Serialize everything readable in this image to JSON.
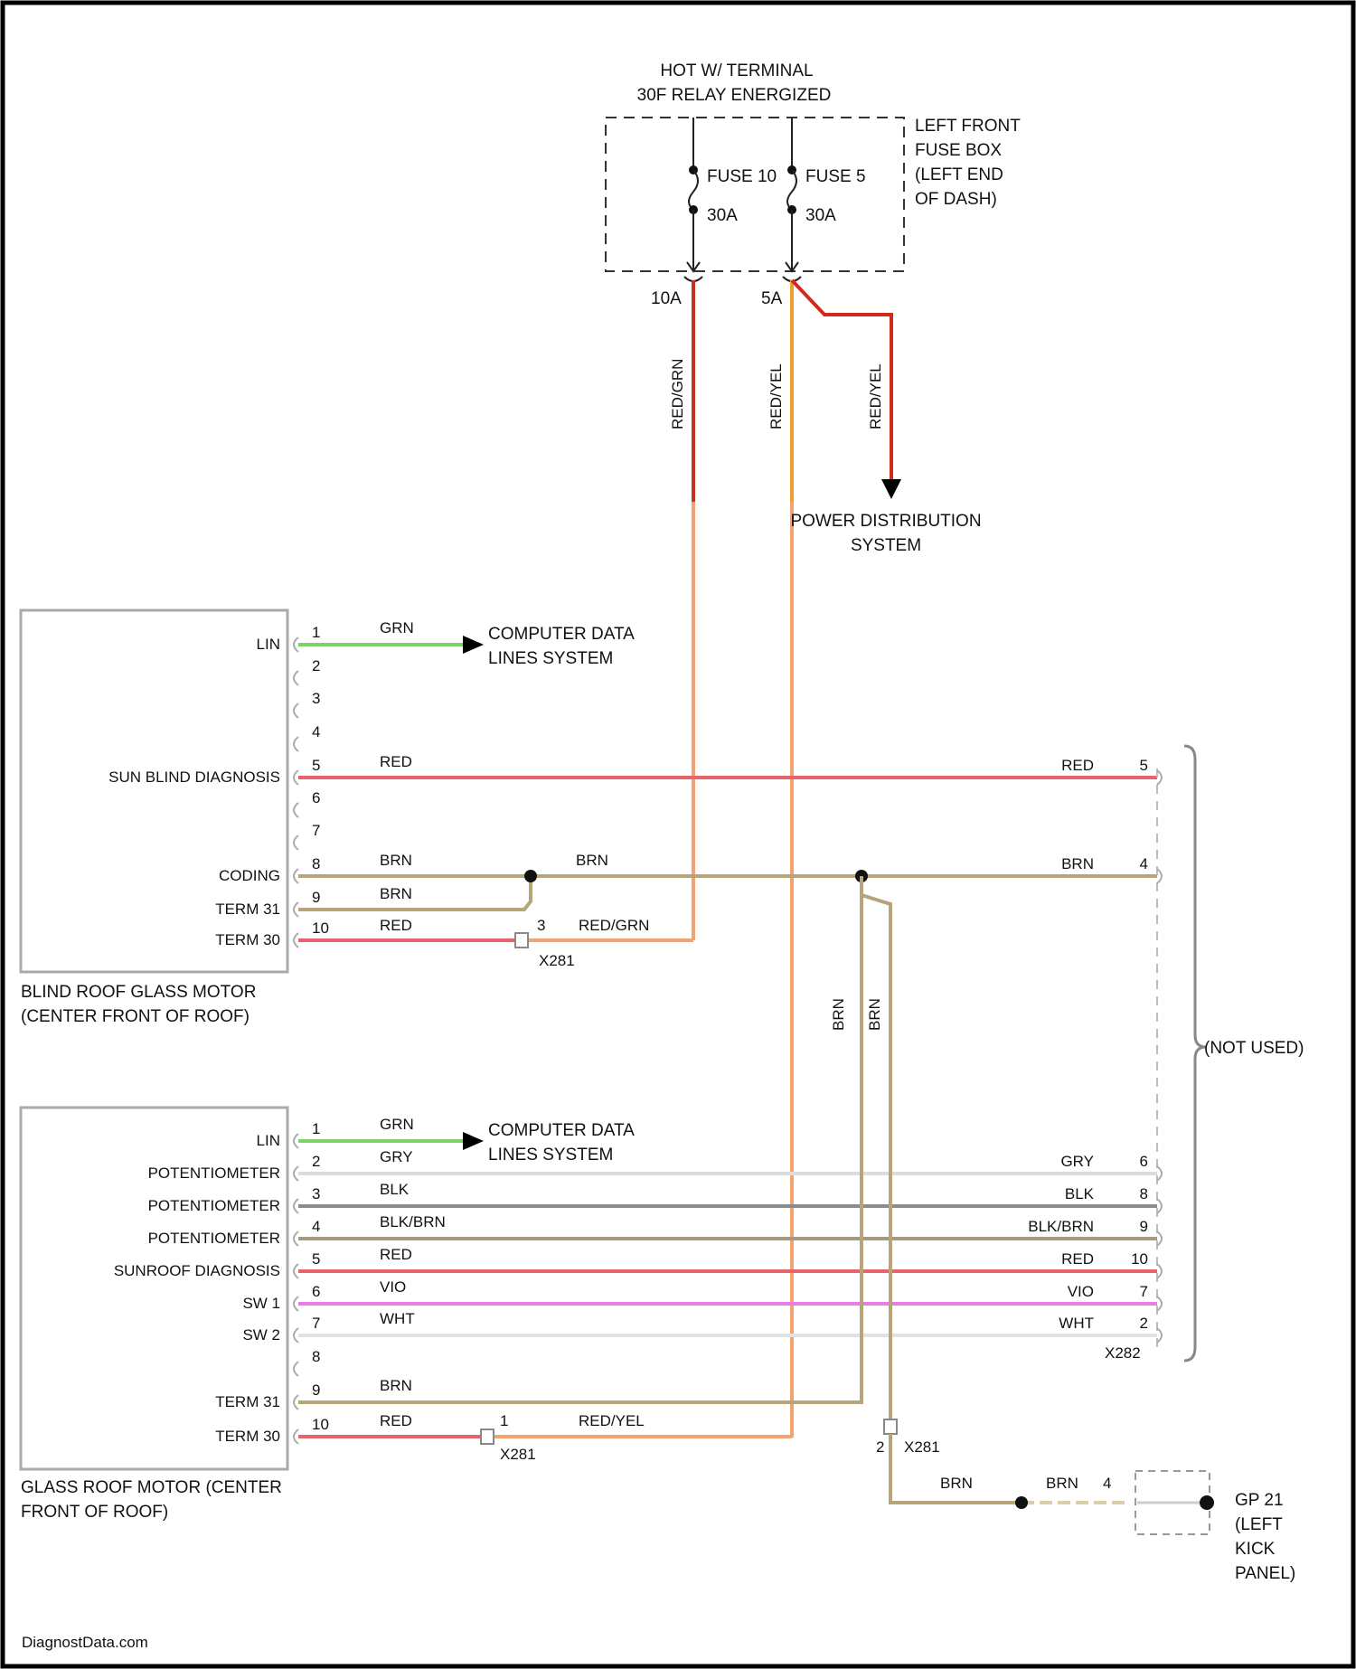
{
  "power": {
    "hot_line1": "HOT W/ TERMINAL",
    "hot_line2": "30F RELAY ENERGIZED",
    "fusebox_line1": "LEFT FRONT",
    "fusebox_line2": "FUSE BOX",
    "fusebox_line3": "(LEFT END",
    "fusebox_line4": "OF DASH)",
    "fuse10_name": "FUSE 10",
    "fuse10_rating": "30A",
    "fuse5_name": "FUSE 5",
    "fuse5_rating": "30A",
    "term_10a": "10A",
    "term_5a": "5A",
    "wire_red_grn": "RED/GRN",
    "wire_red_yel_1": "RED/YEL",
    "wire_red_yel_2": "RED/YEL",
    "pds_line1": "POWER DISTRIBUTION",
    "pds_line2": "SYSTEM"
  },
  "blind_motor": {
    "name_line1": "BLIND ROOF GLASS MOTOR",
    "name_line2": "(CENTER FRONT OF ROOF)",
    "pins": [
      {
        "num": "1",
        "label": "LIN",
        "wire": "GRN"
      },
      {
        "num": "2",
        "label": "",
        "wire": ""
      },
      {
        "num": "3",
        "label": "",
        "wire": ""
      },
      {
        "num": "4",
        "label": "",
        "wire": ""
      },
      {
        "num": "5",
        "label": "SUN BLIND DIAGNOSIS",
        "wire": "RED"
      },
      {
        "num": "6",
        "label": "",
        "wire": ""
      },
      {
        "num": "7",
        "label": "",
        "wire": ""
      },
      {
        "num": "8",
        "label": "CODING",
        "wire": "BRN"
      },
      {
        "num": "9",
        "label": "TERM 31",
        "wire": "BRN"
      },
      {
        "num": "10",
        "label": "TERM 30",
        "wire": "RED"
      }
    ],
    "cds_line1": "COMPUTER DATA",
    "cds_line2": "LINES SYSTEM",
    "coding_wire": "BRN",
    "x281_pin": "3",
    "x281_wire": "RED/GRN",
    "x281_name": "X281"
  },
  "glass_motor": {
    "name_line1": "GLASS ROOF MOTOR (CENTER",
    "name_line2": "FRONT OF ROOF)",
    "pins": [
      {
        "num": "1",
        "label": "LIN",
        "wire": "GRN"
      },
      {
        "num": "2",
        "label": "POTENTIOMETER",
        "wire": "GRY"
      },
      {
        "num": "3",
        "label": "POTENTIOMETER",
        "wire": "BLK"
      },
      {
        "num": "4",
        "label": "POTENTIOMETER",
        "wire": "BLK/BRN"
      },
      {
        "num": "5",
        "label": "SUNROOF DIAGNOSIS",
        "wire": "RED"
      },
      {
        "num": "6",
        "label": "SW 1",
        "wire": "VIO"
      },
      {
        "num": "7",
        "label": "SW 2",
        "wire": "WHT"
      },
      {
        "num": "8",
        "label": "",
        "wire": ""
      },
      {
        "num": "9",
        "label": "TERM 31",
        "wire": "BRN"
      },
      {
        "num": "10",
        "label": "TERM 30",
        "wire": "RED"
      }
    ],
    "cds_line1": "COMPUTER DATA",
    "cds_line2": "LINES SYSTEM",
    "x281_pin": "1",
    "x281_wire": "RED/YEL",
    "x281_name": "X281"
  },
  "x282": {
    "name": "X282",
    "not_used": "(NOT USED)",
    "pins": [
      {
        "num": "5",
        "wire": "RED"
      },
      {
        "num": "4",
        "wire": "BRN"
      },
      {
        "num": "6",
        "wire": "GRY"
      },
      {
        "num": "8",
        "wire": "BLK"
      },
      {
        "num": "9",
        "wire": "BLK/BRN"
      },
      {
        "num": "10",
        "wire": "RED"
      },
      {
        "num": "7",
        "wire": "VIO"
      },
      {
        "num": "2",
        "wire": "WHT"
      }
    ]
  },
  "ground": {
    "vert_wire_1": "BRN",
    "vert_wire_2": "BRN",
    "x281_pin": "2",
    "x281_name": "X281",
    "wire_1": "BRN",
    "wire_2": "BRN",
    "pin": "4",
    "gp_line1": "GP 21",
    "gp_line2": "(LEFT",
    "gp_line3": "KICK",
    "gp_line4": "PANEL)"
  },
  "footer": "DiagnostData.com",
  "colors": {
    "red": "#e8636b",
    "red_dark": "#c4331f",
    "brown": "#b6a57a",
    "green": "#7ed16a",
    "violet": "#e87de8",
    "gray": "#8c8c8c",
    "orange": "#f2a36e"
  }
}
